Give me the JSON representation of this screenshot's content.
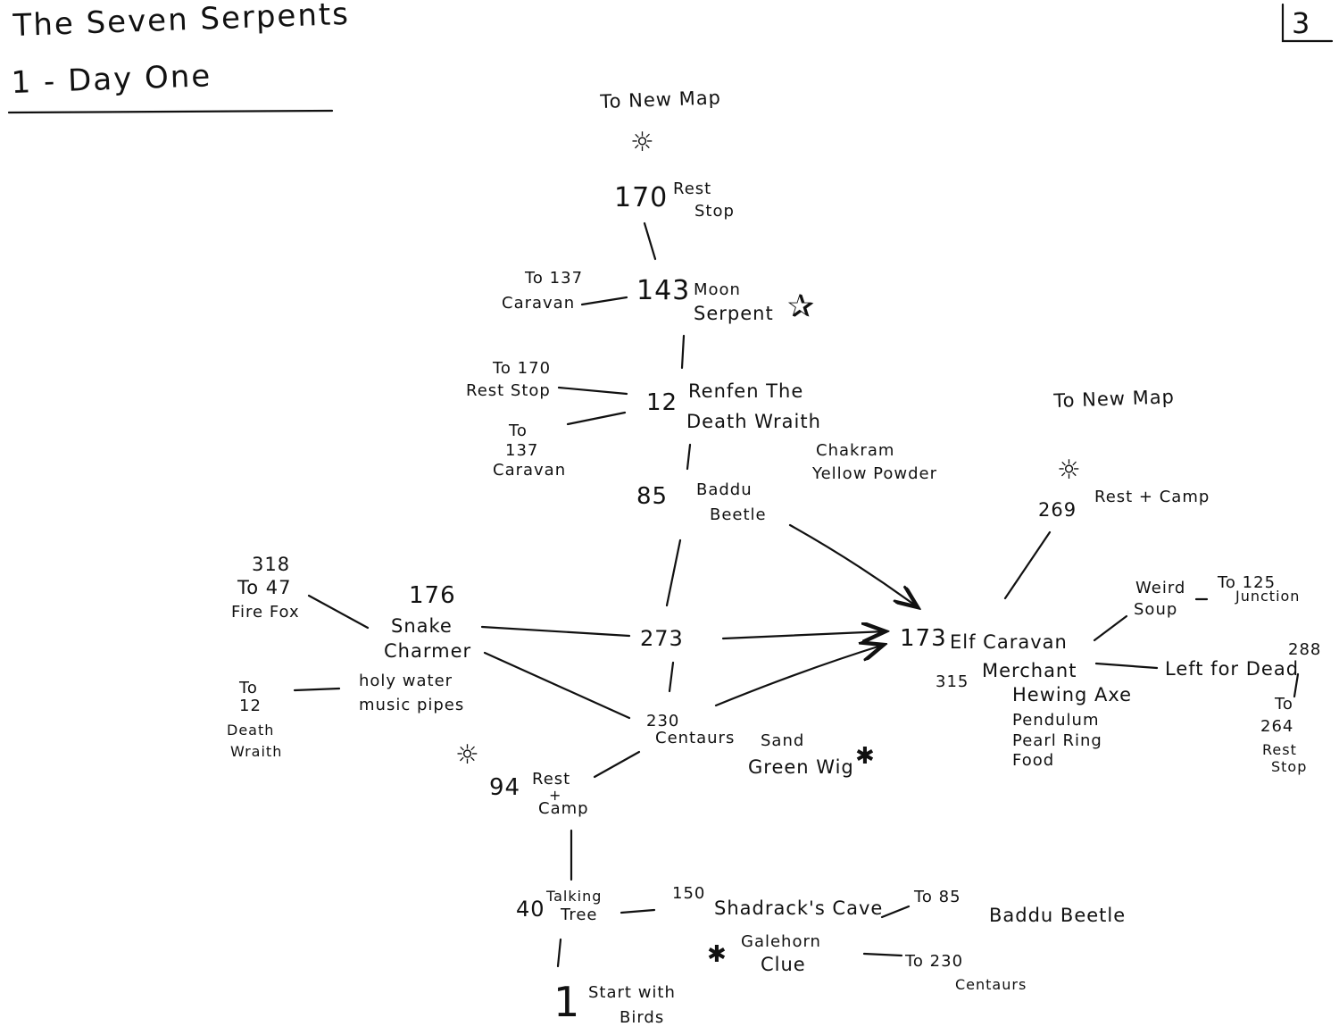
{
  "header": {
    "title": "The Seven Serpents",
    "subtitle": "1 - Day One",
    "page_number": "3"
  },
  "nodes": {
    "n170": {
      "num": "170",
      "label_1": "Rest",
      "label_2": "Stop"
    },
    "n143": {
      "num": "143",
      "label_1": "Moon",
      "label_2": "Serpent"
    },
    "n12": {
      "num": "12",
      "label_1": "Renfen The",
      "label_2": "Death Wraith"
    },
    "n85": {
      "num": "85",
      "label_1": "Baddu",
      "label_2": "Beetle"
    },
    "n176": {
      "num": "176",
      "label_1": "Snake",
      "label_2": "Charmer"
    },
    "n273": {
      "num": "273"
    },
    "n230": {
      "num": "230",
      "label": "Centaurs"
    },
    "n94": {
      "num": "94",
      "label_1": "Rest",
      "label_2": "+",
      "label_3": "Camp"
    },
    "n173": {
      "num": "173",
      "label": "Elf Caravan"
    },
    "n269": {
      "num": "269",
      "label": "Rest + Camp"
    },
    "n40": {
      "num": "40",
      "label_1": "Talking",
      "label_2": "Tree"
    },
    "n150": {
      "num": "150",
      "label": "Shadrack's Cave"
    },
    "n1": {
      "num": "1",
      "label_1": "Start with",
      "label_2": "Birds"
    }
  },
  "notes": {
    "to_new_map_top": "To New Map",
    "to_new_map_right": "To New Map",
    "to137_a_1": "To 137",
    "to137_a_2": "Caravan",
    "to170_1": "To 170",
    "to170_2": "Rest Stop",
    "to137_b_1": "To",
    "to137_b_2": "137",
    "to137_b_3": "Caravan",
    "items_12_1": "Chakram",
    "items_12_2": "Yellow Powder",
    "ff_1": "318",
    "ff_2": "To 47",
    "ff_3": "Fire Fox",
    "dw_1": "To",
    "dw_2": "12",
    "dw_3": "Death",
    "dw_4": "Wraith",
    "items_176_1": "holy water",
    "items_176_2": "music pipes",
    "items_230_1": "Sand",
    "items_230_2": "Green Wig",
    "num_315": "315",
    "items_173_1": "Merchant",
    "items_173_2": "Hewing Axe",
    "items_173_3": "Pendulum",
    "items_173_4": "Pearl Ring",
    "items_173_5": "Food",
    "weird_1": "Weird",
    "weird_2": "Soup",
    "junction_1": "To 125",
    "junction_2": "Junction",
    "left_for_dead": "Left for Dead",
    "num_288": "288",
    "to264_1": "To",
    "to264_2": "264",
    "to264_3": "Rest",
    "to264_4": "Stop",
    "to85": "To 85",
    "baddu_beetle": "Baddu Beetle",
    "galehorn_1": "Galehorn",
    "galehorn_2": "Clue",
    "to230_1": "To 230",
    "to230_2": "Centaurs"
  },
  "icons": [
    "sun-icon",
    "pentagram-icon",
    "asterisk-icon"
  ]
}
